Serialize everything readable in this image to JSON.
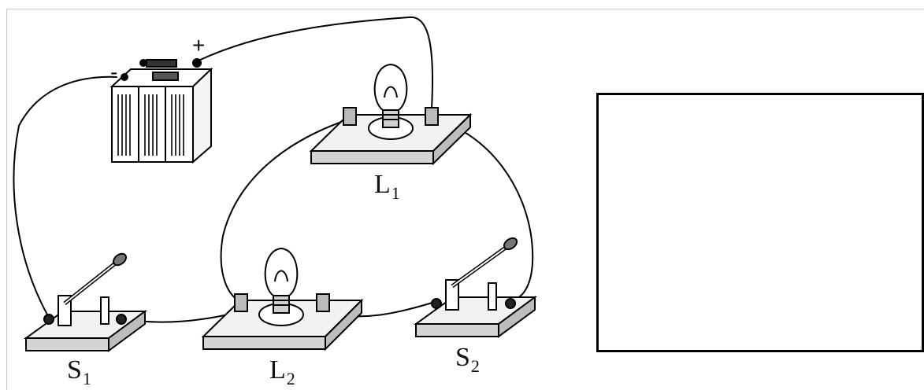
{
  "labels": {
    "s1": {
      "main": "S",
      "sub": "1"
    },
    "s2": {
      "main": "S",
      "sub": "2"
    },
    "l1": {
      "main": "L",
      "sub": "1"
    },
    "l2": {
      "main": "L",
      "sub": "2"
    }
  },
  "battery": {
    "negative": "-",
    "positive": "+"
  },
  "colors": {
    "line": "#000000",
    "board_top": "#f2f2f2",
    "board_side": "#d4d4d4",
    "answer_border": "#000000"
  }
}
